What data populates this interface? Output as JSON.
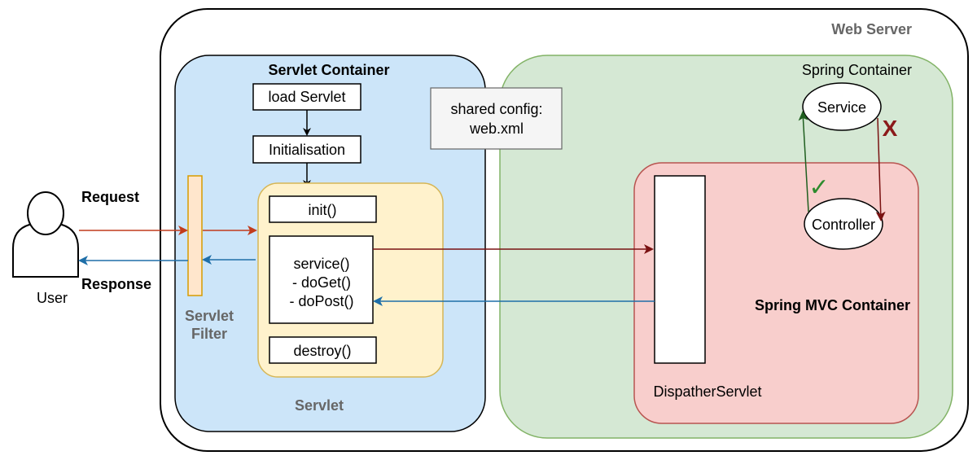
{
  "labels": {
    "web_server": "Web Server",
    "servlet_container": "Servlet Container",
    "spring_container": "Spring Container",
    "spring_mvc_container": "Spring MVC Container",
    "servlet": "Servlet",
    "servlet_filter_line1": "Servlet",
    "servlet_filter_line2": "Filter",
    "user": "User",
    "request": "Request",
    "response": "Response",
    "dispatcher_servlet": "DispatherServlet"
  },
  "boxes": {
    "load_servlet": "load Servlet",
    "initialisation": "Initialisation",
    "init": "init()",
    "service_line1": "service()",
    "service_line2": "- doGet()",
    "service_line3": "- doPost()",
    "destroy": "destroy()",
    "shared_config_line1": "shared config:",
    "shared_config_line2": "web.xml"
  },
  "nodes": {
    "service": "Service",
    "controller": "Controller"
  },
  "marks": {
    "check": "✓",
    "cross": "X"
  },
  "colors": {
    "servlet_container_fill": "#cce5f9",
    "spring_container_fill": "#d5e8d4",
    "spring_container_stroke": "#82b366",
    "mvc_fill": "#f8cecc",
    "mvc_stroke": "#b85450",
    "servlet_fill": "#fff2cc",
    "servlet_stroke": "#d6b656",
    "filter_fill": "#ffe6cc",
    "filter_stroke": "#d79b00",
    "request_arrow": "#c13b1c",
    "response_arrow": "#1f6fa8",
    "dispatch_arrow": "#7a1212",
    "check_green": "#2e8b2e",
    "cross_red": "#8b1a1a"
  }
}
